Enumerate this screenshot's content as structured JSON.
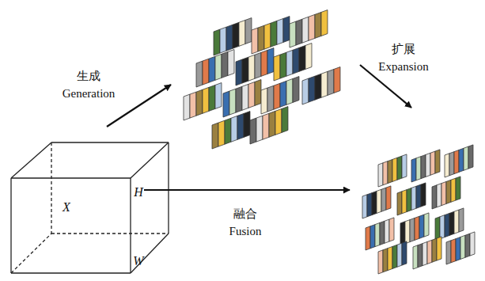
{
  "diagram": {
    "labels": [
      "生成",
      "Generation",
      "扩展",
      "Expansion",
      "融合",
      "Fusion",
      "X",
      "H",
      "W"
    ]
  }
}
